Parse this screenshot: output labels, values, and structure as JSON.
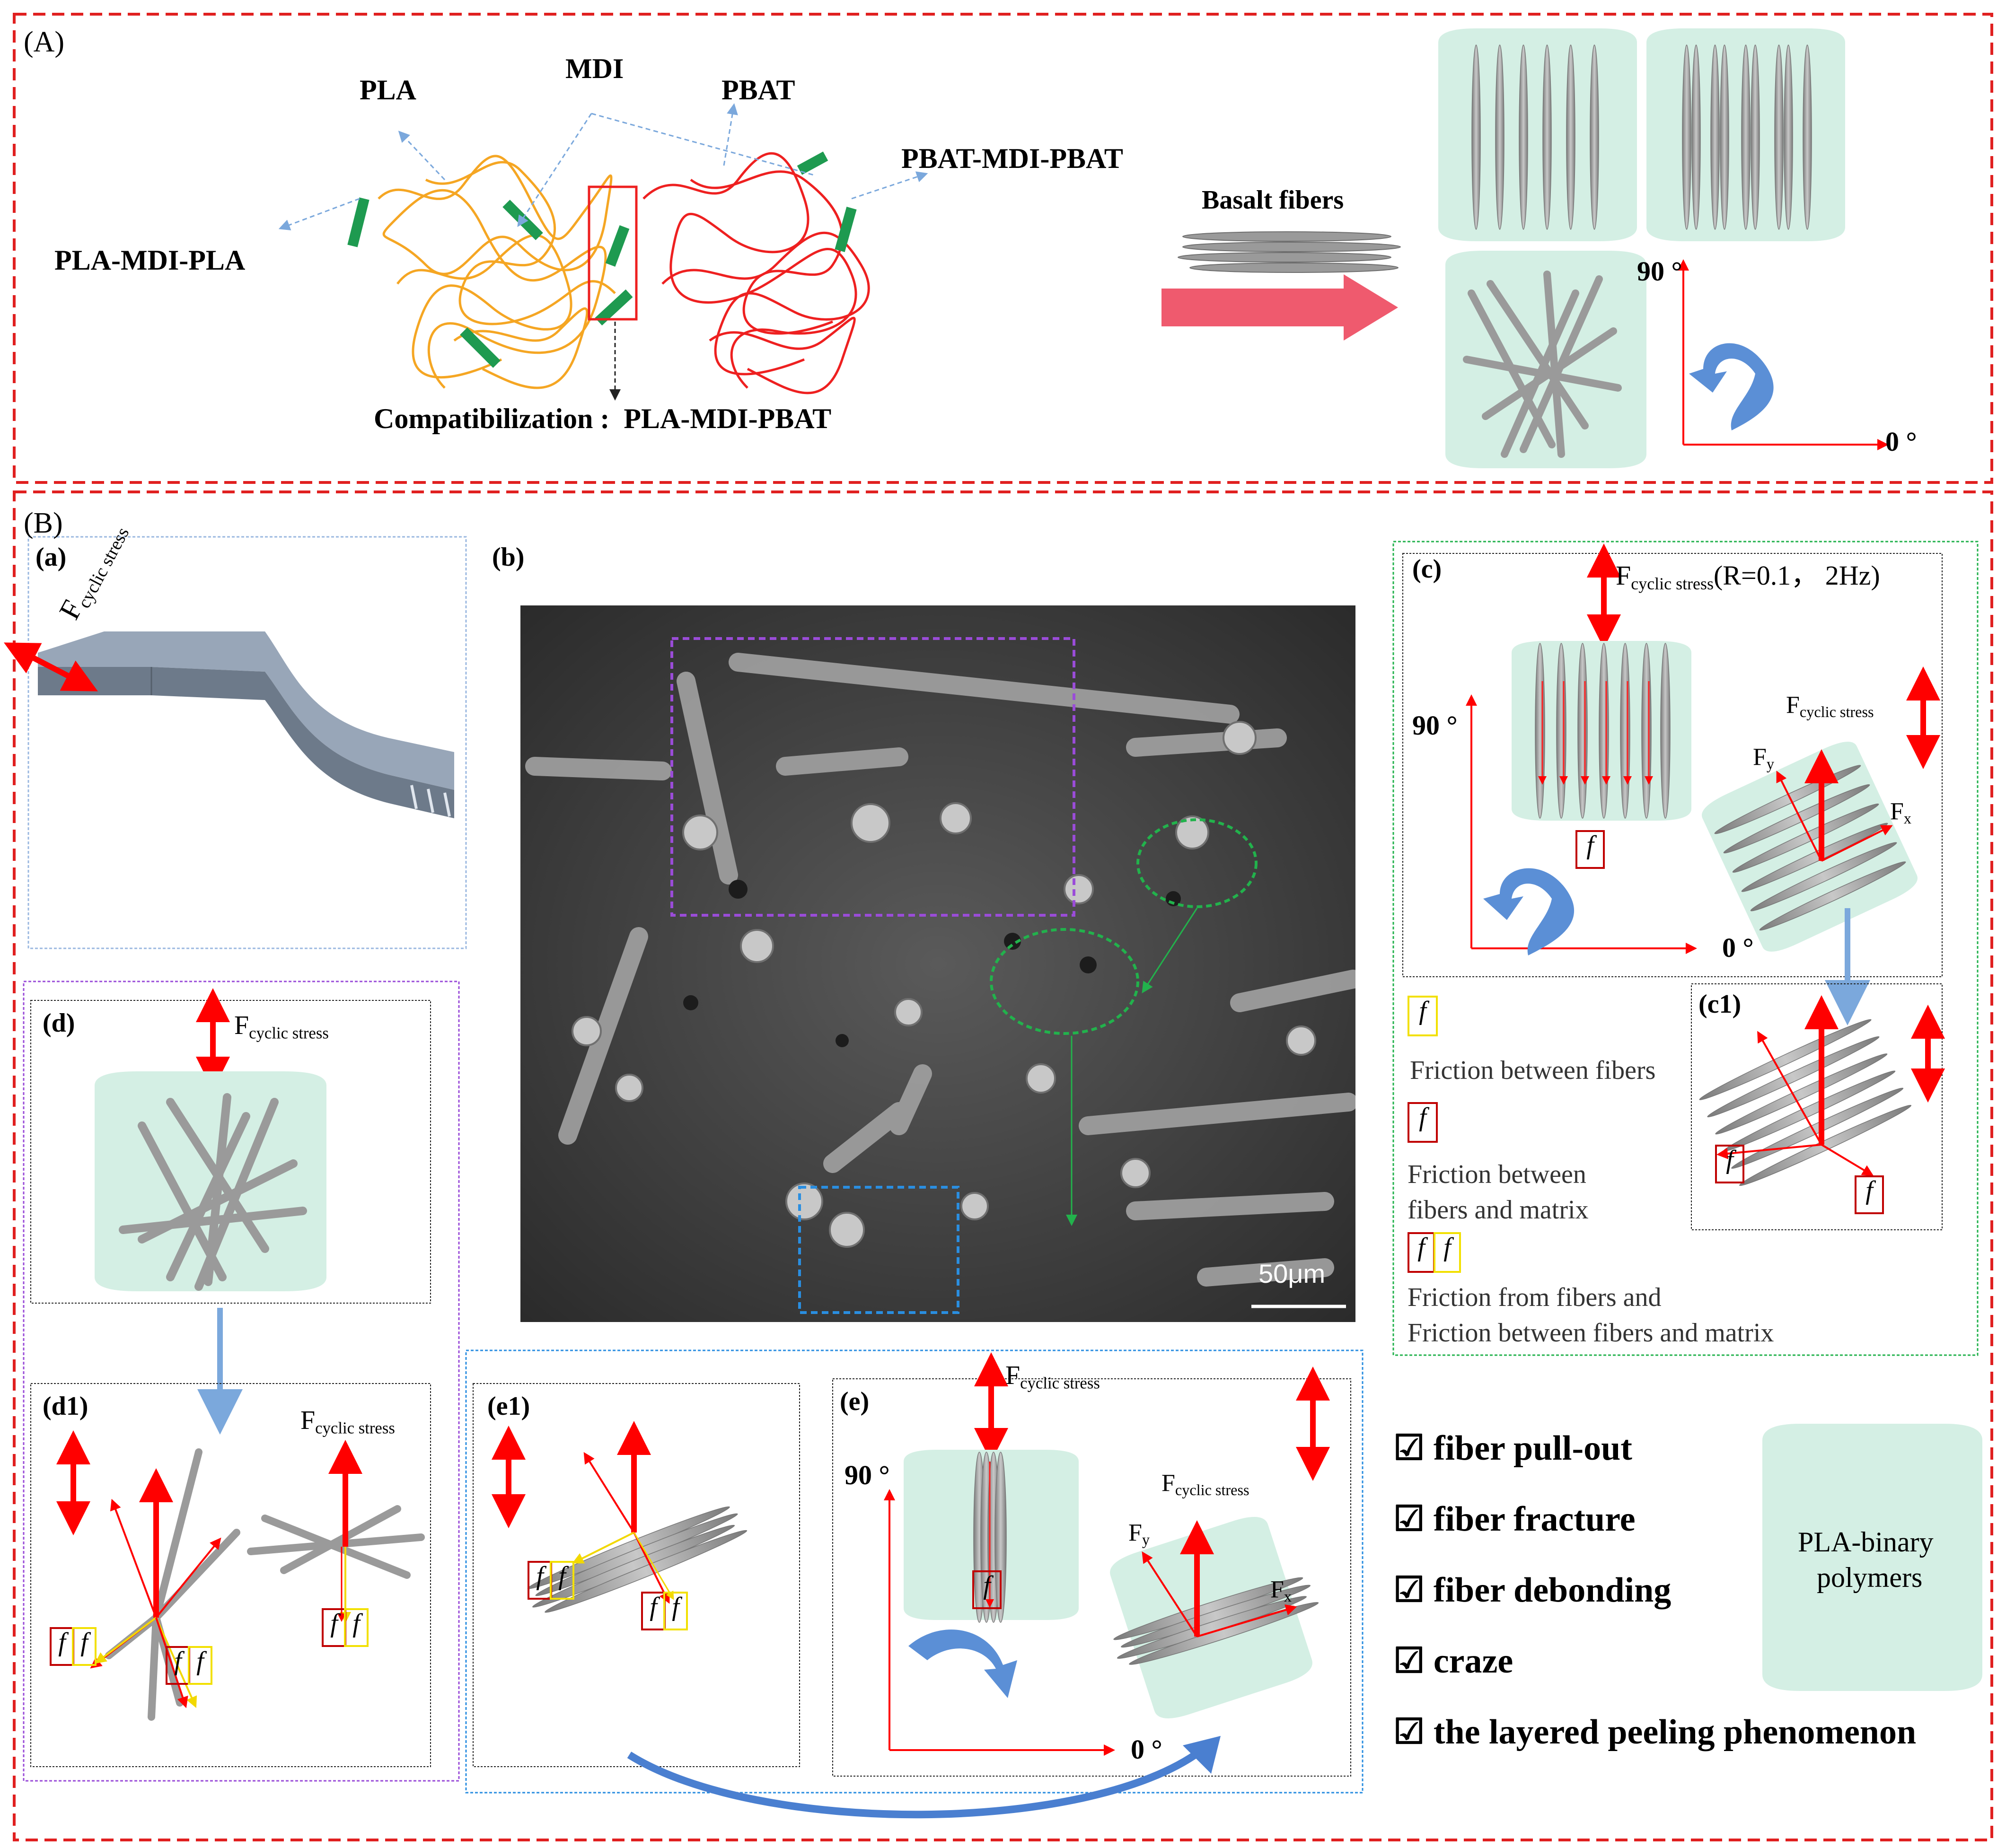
{
  "sectionA": {
    "label": "(A)",
    "pla": "PLA",
    "mdi": "MDI",
    "pbat": "PBAT",
    "pbat_mdi_pbat": "PBAT-MDI-PBAT",
    "pla_mdi_pla": "PLA-MDI-PLA",
    "compat": "Compatibilization :  PLA-MDI-PBAT",
    "basalt": "Basalt fibers",
    "deg90": "90 °",
    "deg0": "0 °"
  },
  "sectionB": {
    "label": "(B)",
    "a": {
      "label": "(a)",
      "force_main": "F",
      "force_sub": "cyclic stress"
    },
    "b": {
      "label": "(b)",
      "scale": "50μm"
    },
    "c": {
      "label": "(c)",
      "force_main": "F",
      "force_sub": "cyclic stress",
      "force_suffix": "(R=0.1， 2Hz)",
      "deg90": "90 °",
      "deg0": "0 °",
      "f2_main": "F",
      "f2_sub": "cyclic stress",
      "fy_main": "F",
      "fy_sub": "y",
      "fx_main": "F",
      "fx_sub": "x",
      "f": "f"
    },
    "c1": {
      "label": "(c1)",
      "f": "f"
    },
    "legend": {
      "f": "f",
      "fiber_fiber": "Friction between fibers",
      "fiber_matrix_1": "Friction between",
      "fiber_matrix_2": "fibers and matrix",
      "both_1": "Friction from fibers and",
      "both_2": "Friction between fibers and matrix"
    },
    "d": {
      "label": "(d)",
      "force_main": "F",
      "force_sub": "cyclic stress"
    },
    "d1": {
      "label": "(d1)",
      "force_main": "F",
      "force_sub": "cyclic stress",
      "f": "f"
    },
    "e1": {
      "label": "(e1)",
      "f": "f"
    },
    "e": {
      "label": "(e)",
      "force_main": "F",
      "force_sub": "cyclic stress",
      "f2_main": "F",
      "f2_sub": "cyclic stress",
      "fy_main": "F",
      "fy_sub": "y",
      "fx_main": "F",
      "fx_sub": "x",
      "deg90": "90 °",
      "deg0": "0 °",
      "f": "f"
    },
    "checklist": [
      "☑ fiber pull-out",
      "☑ fiber fracture",
      "☑ fiber debonding",
      "☑ craze",
      "☑ the layered peeling phenomenon"
    ],
    "pla_binary_1": "PLA-binary",
    "pla_binary_2": "polymers"
  },
  "colors": {
    "dash_red": "#e02020",
    "arrow_red": "#ff0000",
    "green_bar": "#1e9a50",
    "pla_orange": "#f5a623",
    "pbat_red": "#ee2020",
    "matrix": "#d4efe4",
    "fiber": "#a0a0a0",
    "curve_blue": "#4a7fd0",
    "sem_bg": "#3a3a3a"
  }
}
